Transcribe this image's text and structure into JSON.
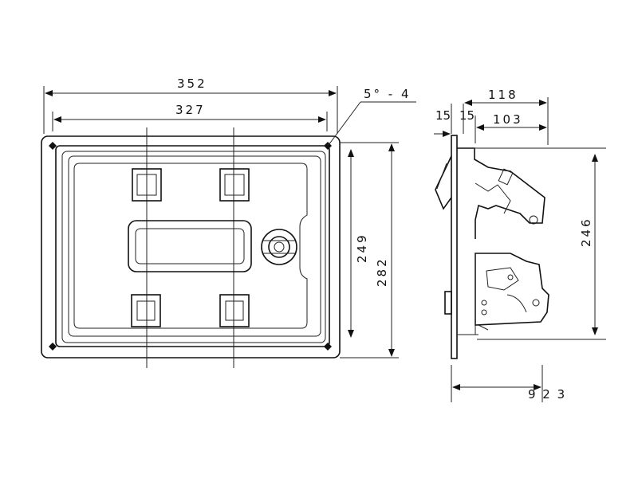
{
  "front_view": {
    "overall_width": "352",
    "inner_width": "327",
    "inner_height": "249",
    "overall_height": "282",
    "hole_spec": "5° - 4"
  },
  "side_view": {
    "overall_depth": "118",
    "depth_behind": "103",
    "flange_left": "15",
    "flange_right": "15",
    "body_height": "246",
    "bottom_dims": "9 2 3"
  }
}
